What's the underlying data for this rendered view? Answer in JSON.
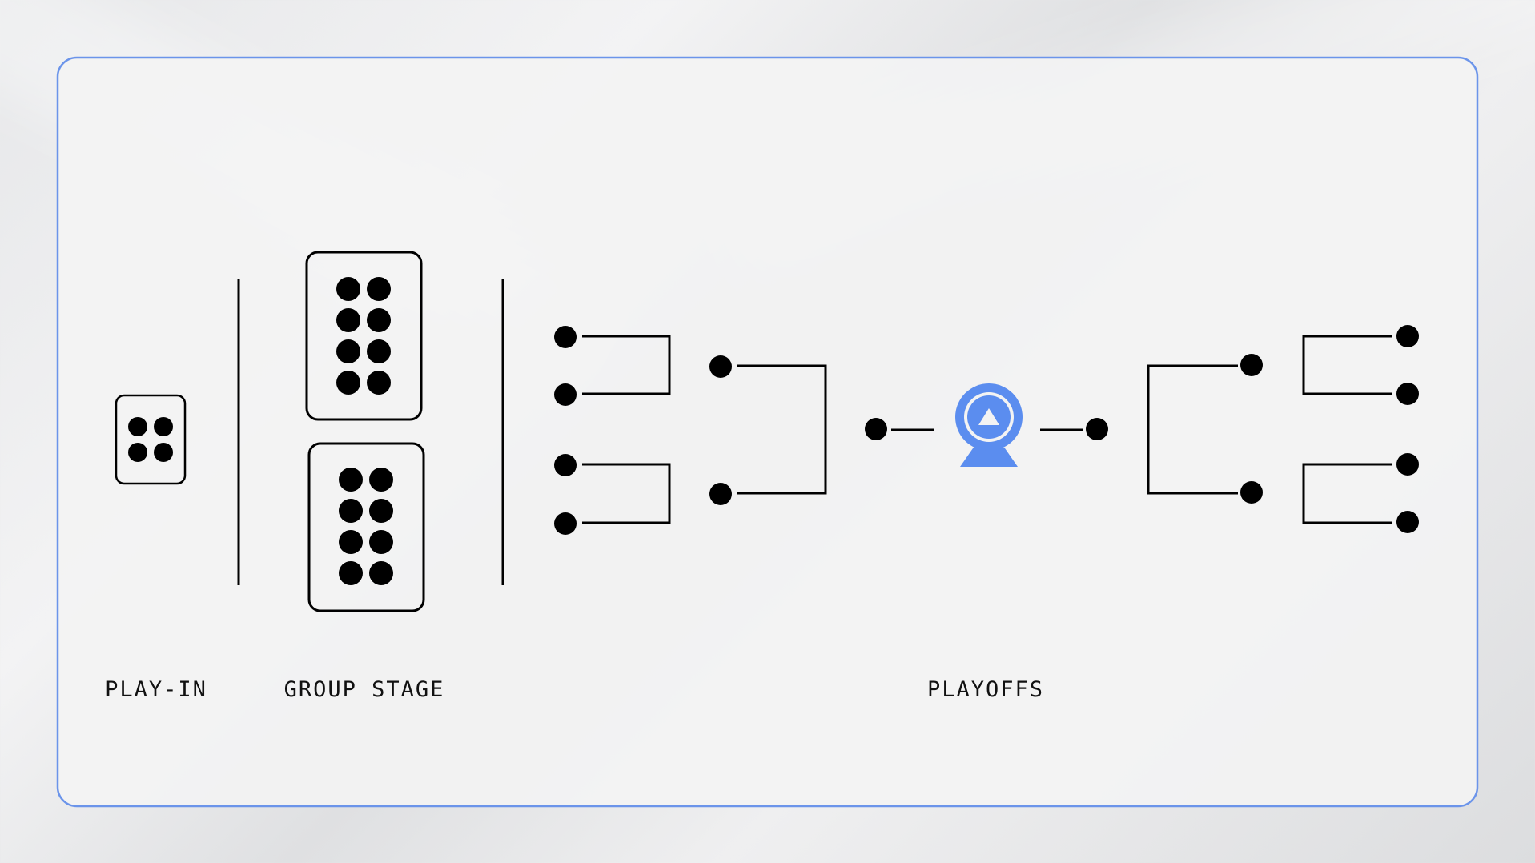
{
  "labels": {
    "play_in": "PLAY-IN",
    "group_stage": "GROUP STAGE",
    "playoffs": "PLAYOFFS"
  },
  "icons": {
    "center": "trophy-icon"
  },
  "colors": {
    "accent": "#5b8def",
    "ink": "#000000",
    "panel": "#f3f3f3",
    "border": "#6b94ea"
  }
}
